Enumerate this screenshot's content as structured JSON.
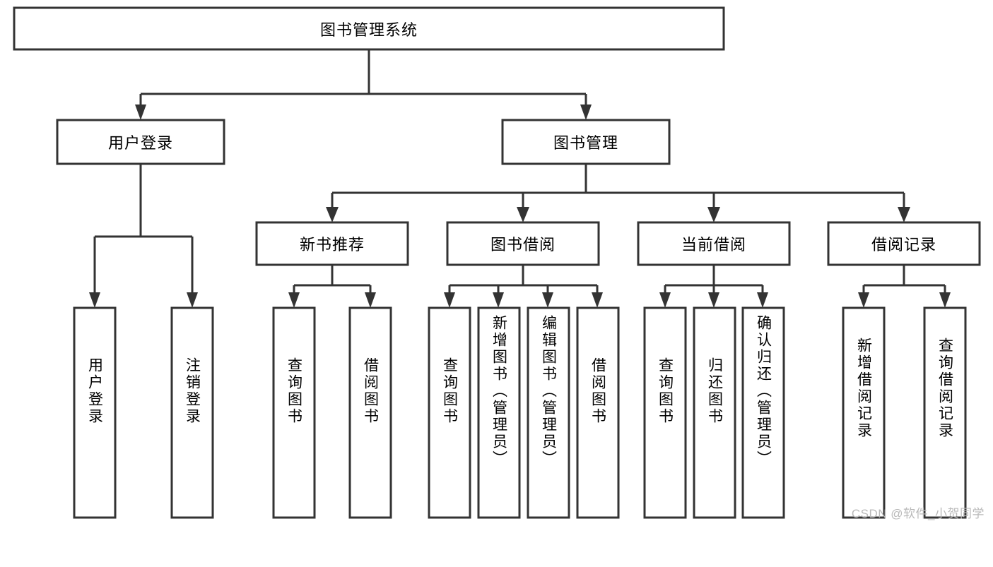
{
  "diagram": {
    "type": "tree-hierarchy",
    "title_node": {
      "id": "root",
      "label": "图书管理系统"
    },
    "level2": [
      {
        "id": "user-login",
        "label": "用户登录"
      },
      {
        "id": "book-manage",
        "label": "图书管理"
      }
    ],
    "level3": [
      {
        "id": "new-book-rec",
        "label": "新书推荐",
        "parent": "book-manage"
      },
      {
        "id": "book-borrow",
        "label": "图书借阅",
        "parent": "book-manage"
      },
      {
        "id": "current-borrow",
        "label": "当前借阅",
        "parent": "book-manage"
      },
      {
        "id": "borrow-record",
        "label": "借阅记录",
        "parent": "book-manage"
      }
    ],
    "leaves": [
      {
        "id": "leaf-user-login",
        "label": "用户登录",
        "parent": "user-login"
      },
      {
        "id": "leaf-logout",
        "label": "注销登录",
        "parent": "user-login"
      },
      {
        "id": "leaf-query-book-1",
        "label": "查询图书",
        "parent": "new-book-rec"
      },
      {
        "id": "leaf-borrow-book-1",
        "label": "借阅图书",
        "parent": "new-book-rec"
      },
      {
        "id": "leaf-query-book-2",
        "label": "查询图书",
        "parent": "book-borrow"
      },
      {
        "id": "leaf-add-book",
        "label": "新增图书（管理员）",
        "parent": "book-borrow"
      },
      {
        "id": "leaf-edit-book",
        "label": "编辑图书（管理员）",
        "parent": "book-borrow"
      },
      {
        "id": "leaf-borrow-book-2",
        "label": "借阅图书",
        "parent": "book-borrow"
      },
      {
        "id": "leaf-query-book-3",
        "label": "查询图书",
        "parent": "current-borrow"
      },
      {
        "id": "leaf-return-book",
        "label": "归还图书",
        "parent": "current-borrow"
      },
      {
        "id": "leaf-confirm-return",
        "label": "确认归还（管理员）",
        "parent": "current-borrow"
      },
      {
        "id": "leaf-add-record",
        "label": "新增借阅记录",
        "parent": "borrow-record"
      },
      {
        "id": "leaf-query-record",
        "label": "查询借阅记录",
        "parent": "borrow-record"
      }
    ],
    "colors": {
      "stroke": "#333333",
      "fill": "#ffffff",
      "text": "#000000",
      "watermark": "#b9b9b9",
      "background": "#ffffff"
    }
  },
  "watermark": {
    "text": "CSDN @软件_小贺同学"
  }
}
